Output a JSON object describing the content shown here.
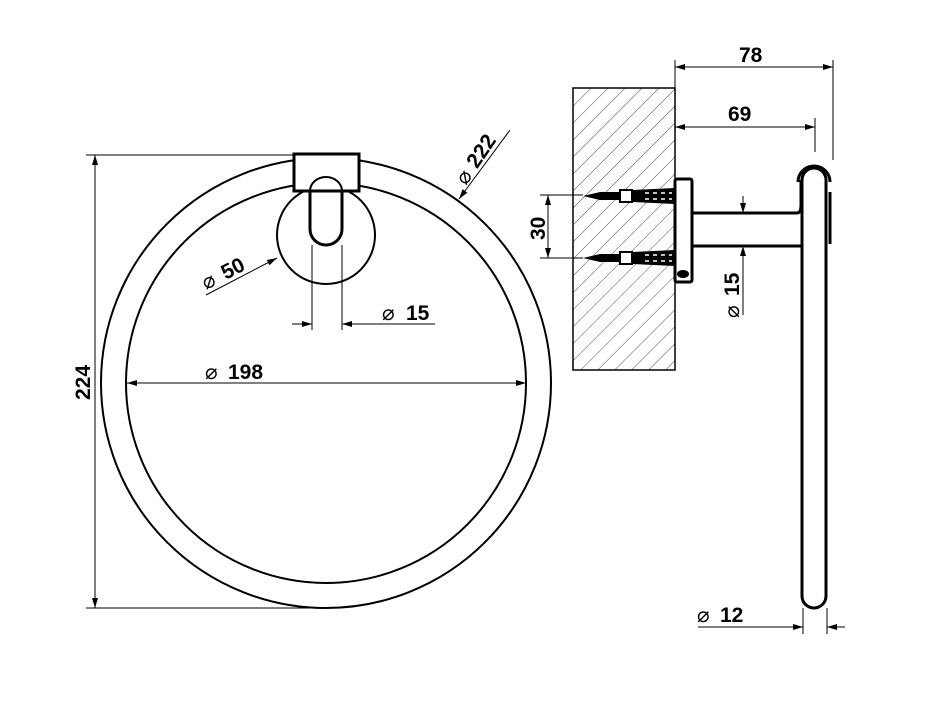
{
  "front_view": {
    "outer_diameter": "222",
    "inner_diameter": "198",
    "base_diameter": "50",
    "slot_width": "15",
    "height": "224",
    "diameter_symbol": "⌀"
  },
  "side_view": {
    "total_depth": "78",
    "arm_depth": "69",
    "screw_spacing": "30",
    "arm_diameter": "15",
    "ring_tube_diameter": "12",
    "diameter_symbol": "⌀"
  }
}
